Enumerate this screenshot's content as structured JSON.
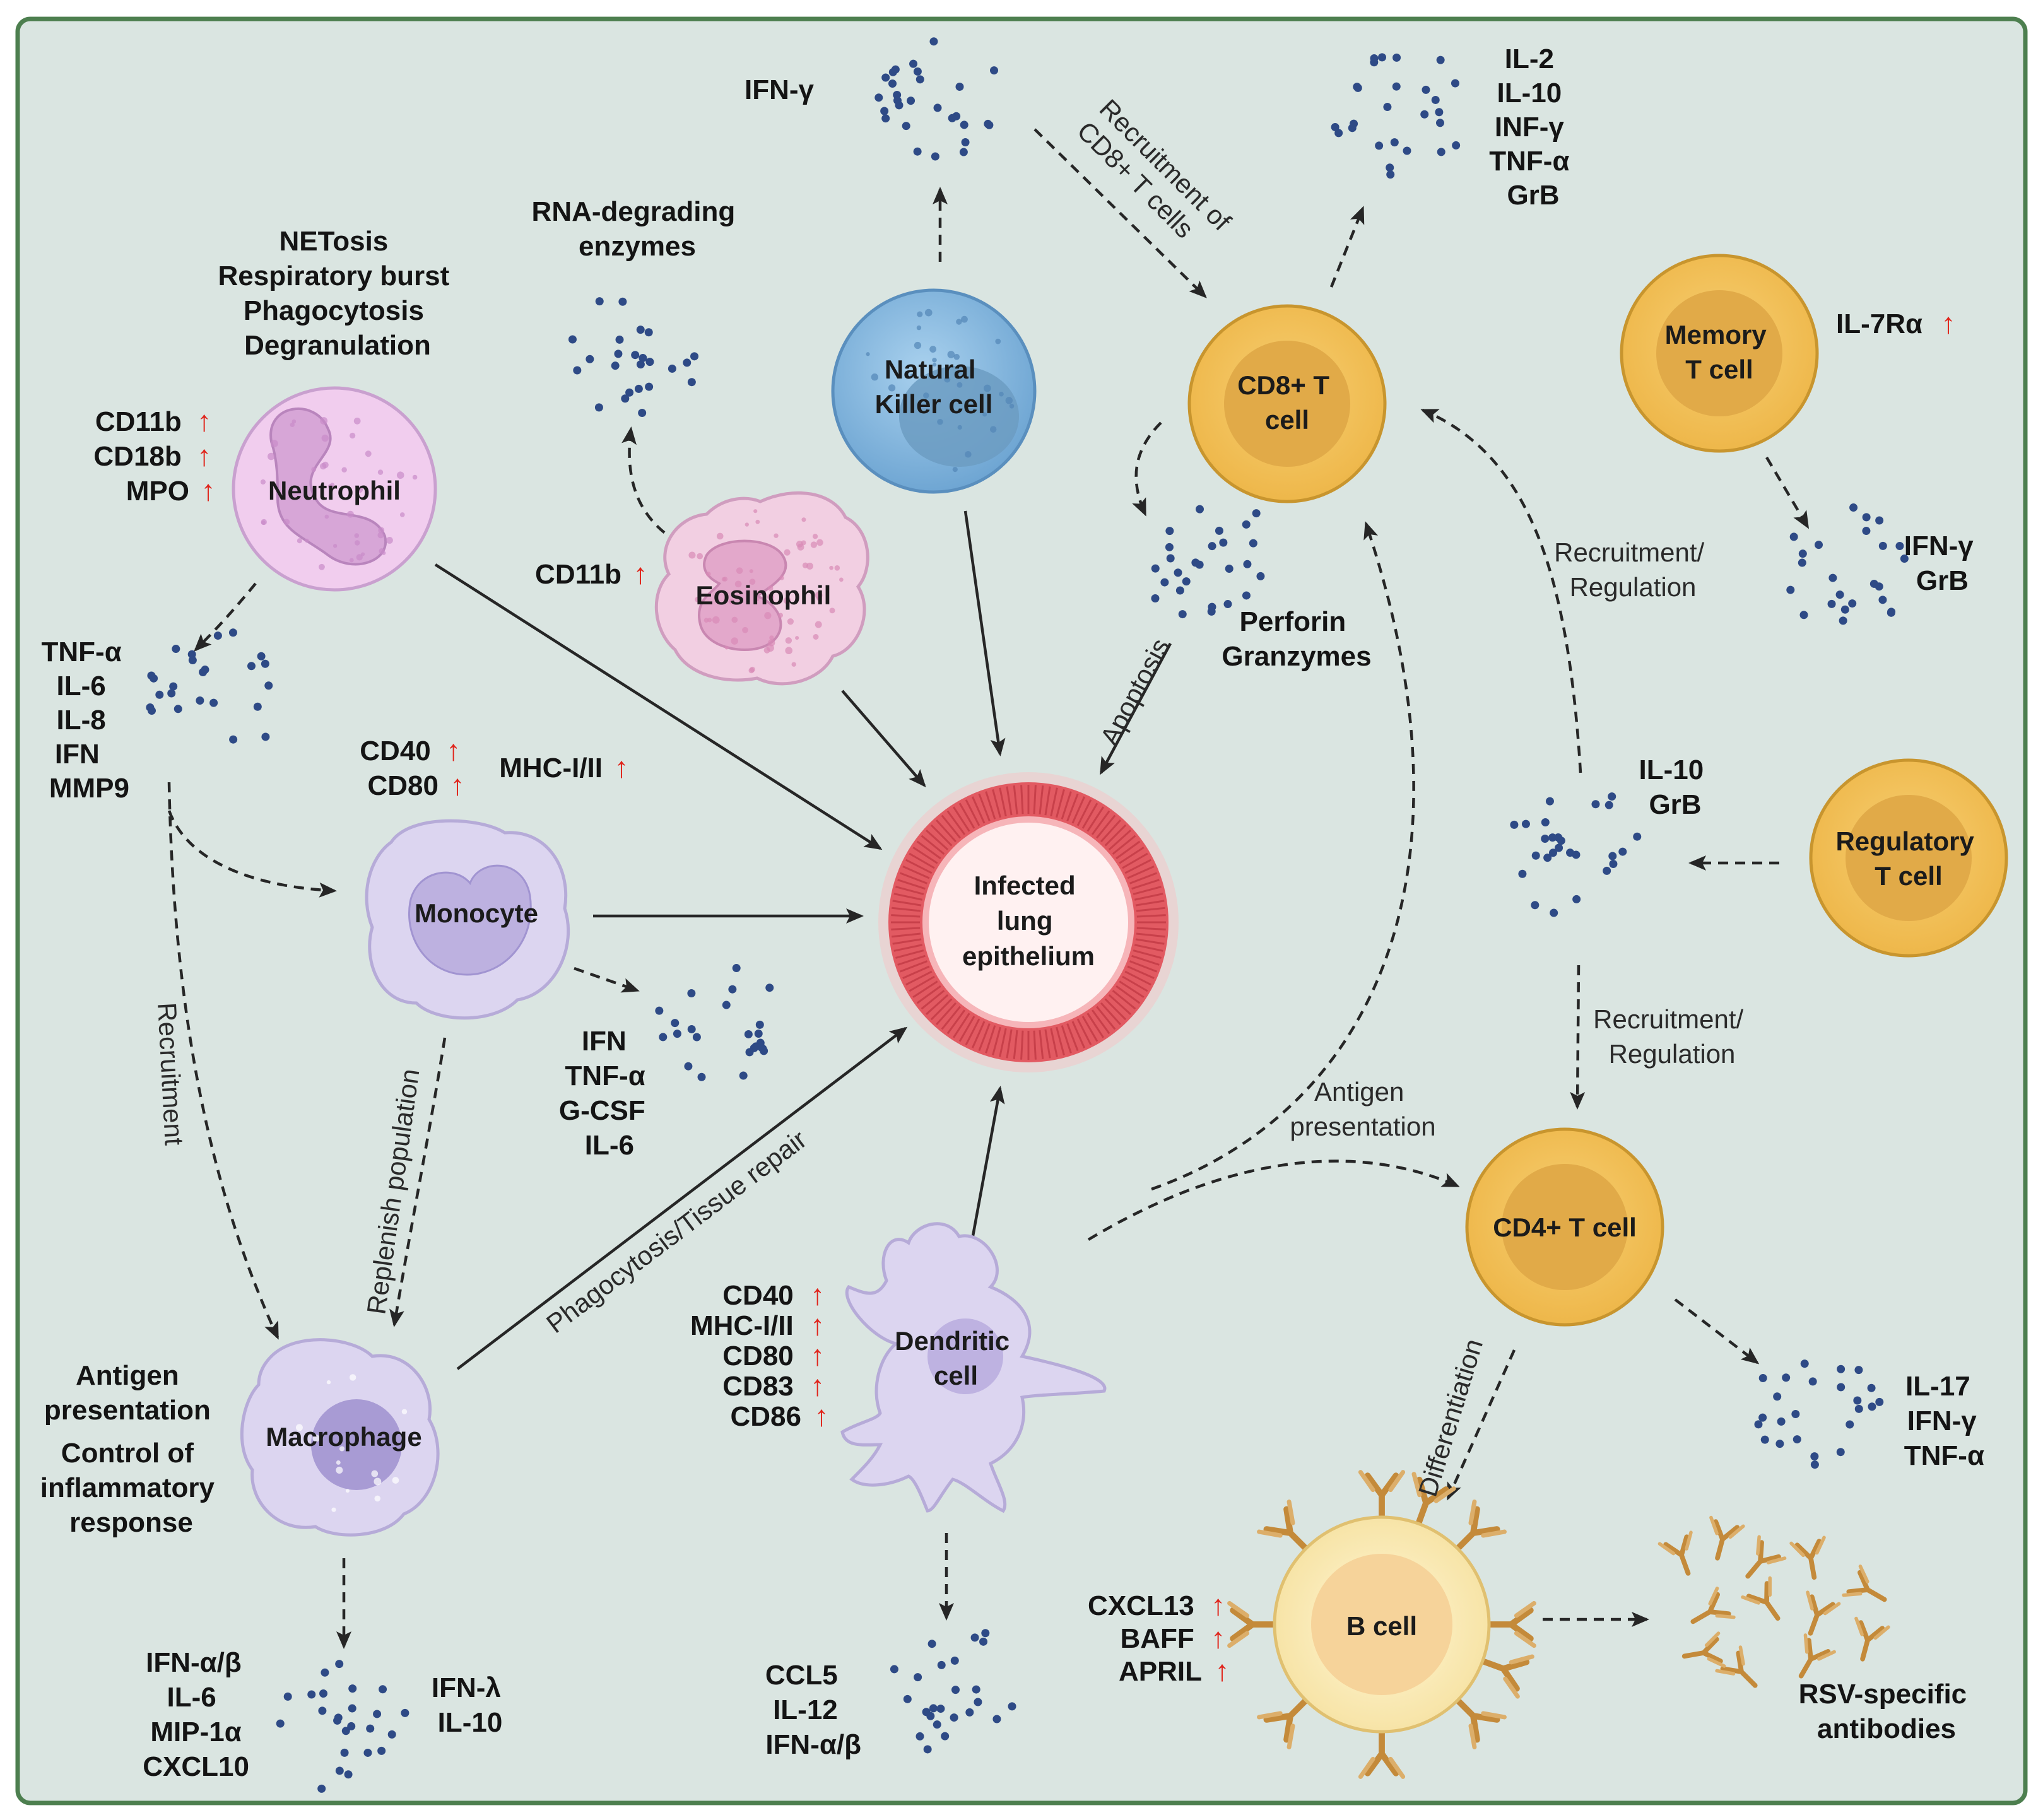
{
  "colors": {
    "background": "#dae5e1",
    "border": "#4d7f4f",
    "cytokine_dot": "#2e4a86",
    "arrow": "#262626",
    "up_arrow": "#e0241b",
    "t_cell": "#f2c25e",
    "neutrophil": "#f3d4ef",
    "nk_cell": "#8dbfe2",
    "myeloid": "#d9d2ee",
    "epithelium": "#e25a62",
    "b_cell": "#fbedbd",
    "antibody": "#c48a3a"
  },
  "up_marker": "↑",
  "cells": {
    "neutrophil": "Neutrophil",
    "eosinophil": "Eosinophil",
    "nk": [
      "Natural",
      "Killer cell"
    ],
    "cd8": [
      "CD8+ T",
      "cell"
    ],
    "memory": [
      "Memory",
      "T cell"
    ],
    "regulatory": [
      "Regulatory",
      "T cell"
    ],
    "monocyte": "Monocyte",
    "macrophage": "Macrophage",
    "dendritic": [
      "Dendritic",
      "cell"
    ],
    "cd4": "CD4+ T cell",
    "bcell": "B cell",
    "epithelium": [
      "Infected",
      "lung",
      "epithelium"
    ]
  },
  "neutrophil": {
    "functions": [
      "NETosis",
      "Respiratory burst",
      "Phagocytosis",
      "Degranulation"
    ],
    "markers": [
      "CD11b",
      "CD18b",
      "MPO"
    ],
    "cytokines": [
      "TNF-α",
      "IL-6",
      "IL-8",
      "IFN",
      "MMP9"
    ]
  },
  "eosinophil": {
    "secretion": [
      "RNA-degrading",
      "enzymes"
    ],
    "marker": "CD11b"
  },
  "nk": {
    "cytokine": "IFN-γ"
  },
  "cd8": {
    "cytokines": [
      "IL-2",
      "IL-10",
      "INF-γ",
      "TNF-α",
      "GrB"
    ],
    "effectors": [
      "Perforin",
      "Granzymes"
    ],
    "recruitment_label": [
      "Recruitment of",
      "CD8+ T cells"
    ],
    "apoptosis_label": "Apoptosis"
  },
  "memory": {
    "marker": "IL-7Rα",
    "cytokines": [
      "IFN-γ",
      "GrB"
    ]
  },
  "regulatory": {
    "cytokines": [
      "IL-10",
      "GrB"
    ],
    "recruitment_upper": [
      "Recruitment/",
      "Regulation"
    ],
    "recruitment_lower": [
      "Recruitment/",
      "Regulation"
    ]
  },
  "monocyte": {
    "markers": [
      "CD40",
      "CD80"
    ],
    "mhc": "MHC-I/II",
    "cytokines": [
      "IFN",
      "TNF-α",
      "G-CSF",
      "IL-6"
    ],
    "replenish_label": "Replenish population"
  },
  "macrophage": {
    "recruitment_label": "Recruitment",
    "functions": [
      "Antigen",
      "presentation",
      "Control of",
      "inflammatory",
      "response"
    ],
    "cytokines_left": [
      "IFN-α/β",
      "IL-6",
      "MIP-1α",
      "CXCL10"
    ],
    "cytokines_right": [
      "IFN-λ",
      "IL-10"
    ],
    "phago_label": "Phagocytosis/Tissue repair"
  },
  "dendritic": {
    "markers": [
      "CD40",
      "MHC-I/II",
      "CD80",
      "CD83",
      "CD86"
    ],
    "cytokines": [
      "CCL5",
      "IL-12",
      "IFN-α/β"
    ],
    "antigen_label": [
      "Antigen",
      "presentation"
    ]
  },
  "cd4": {
    "cytokines": [
      "IL-17",
      "IFN-γ",
      "TNF-α"
    ],
    "differentiation_label": "Differentiation"
  },
  "bcell": {
    "markers": [
      "CXCL13",
      "BAFF",
      "APRIL"
    ],
    "antibodies": [
      "RSV-specific",
      "antibodies"
    ]
  }
}
